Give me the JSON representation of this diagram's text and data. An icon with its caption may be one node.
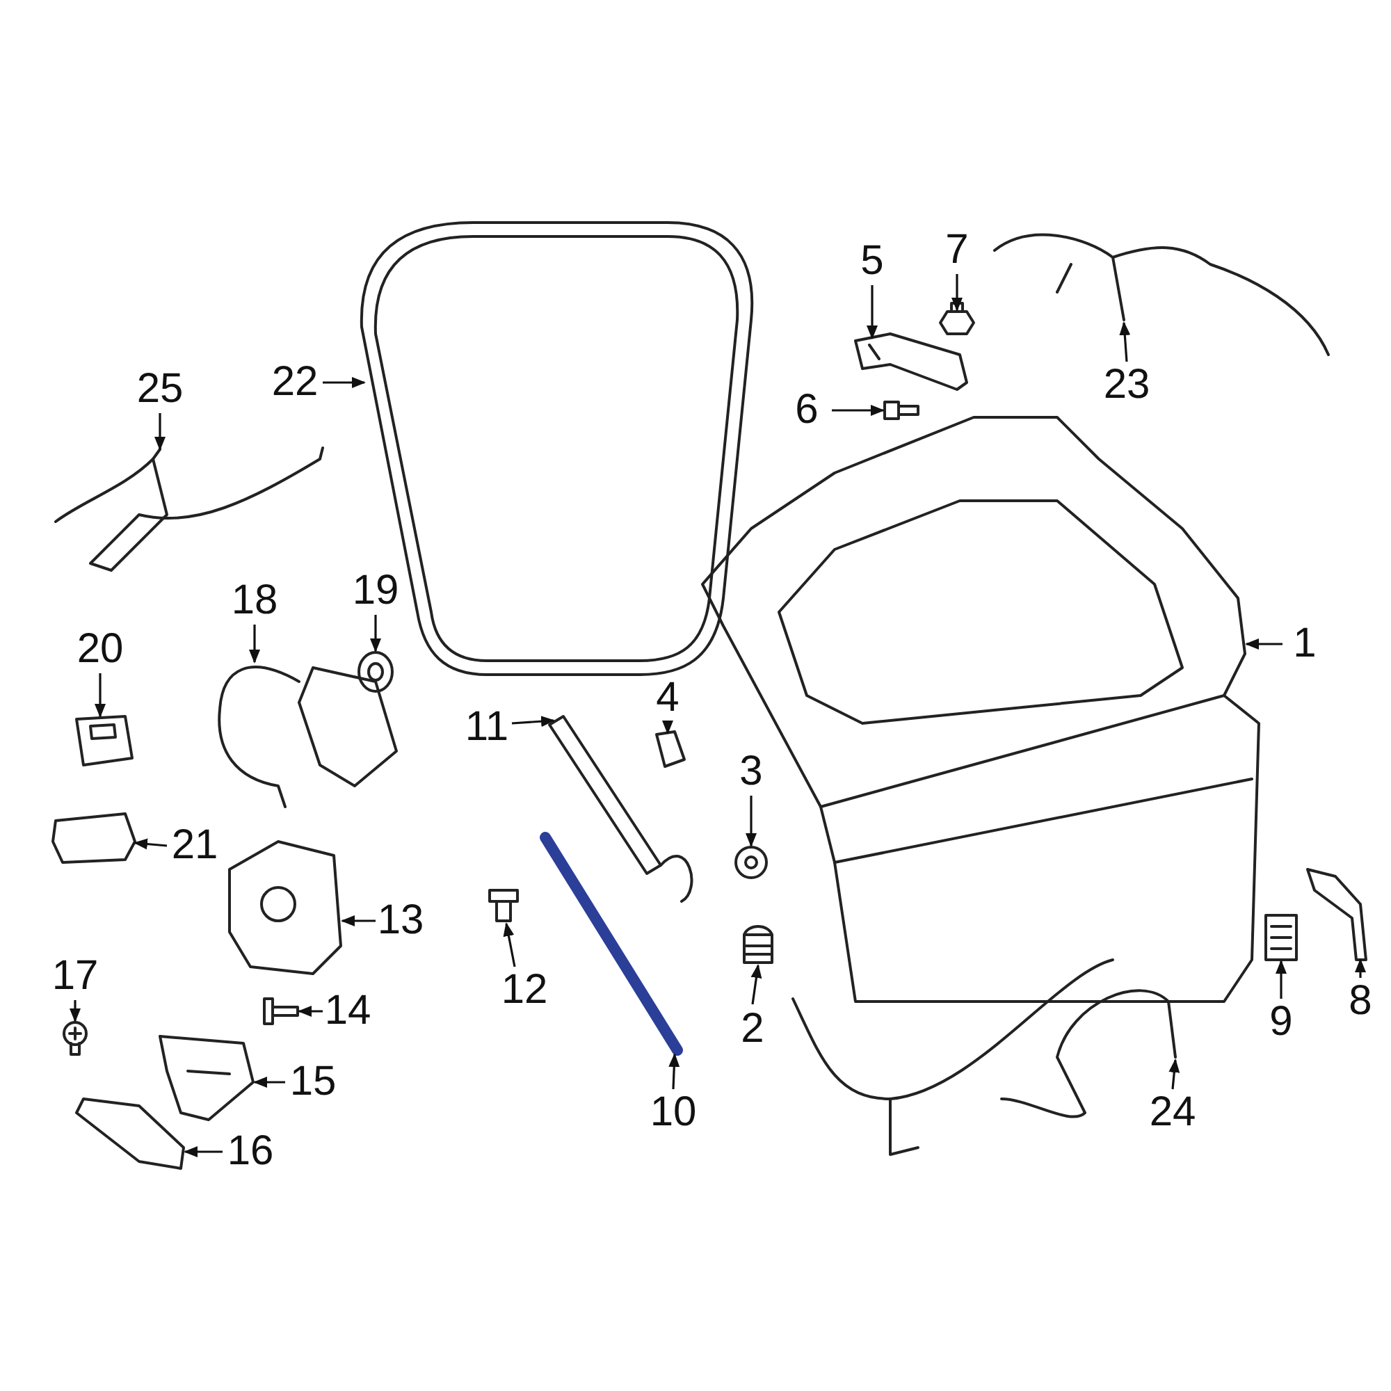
{
  "diagram": {
    "nodes": [
      {
        "text": [
          "1"
        ]
      },
      {
        "text": [
          "2"
        ]
      },
      {
        "text": [
          "3"
        ]
      },
      {
        "text": [
          "4"
        ]
      },
      {
        "text": [
          "5"
        ]
      },
      {
        "text": [
          "6"
        ]
      },
      {
        "text": [
          "7"
        ]
      },
      {
        "text": [
          "8"
        ]
      },
      {
        "text": [
          "9"
        ]
      },
      {
        "text": [
          "10"
        ]
      },
      {
        "text": [
          "11"
        ]
      },
      {
        "text": [
          "12"
        ]
      },
      {
        "text": [
          "13"
        ]
      },
      {
        "text": [
          "14"
        ]
      },
      {
        "text": [
          "15"
        ]
      },
      {
        "text": [
          "16"
        ]
      },
      {
        "text": [
          "17"
        ]
      },
      {
        "text": [
          "18"
        ]
      },
      {
        "text": [
          "19"
        ]
      },
      {
        "text": [
          "20"
        ]
      },
      {
        "text": [
          "21"
        ]
      },
      {
        "text": [
          "22"
        ]
      },
      {
        "text": [
          "23"
        ]
      },
      {
        "text": [
          "24"
        ]
      },
      {
        "text": [
          "25"
        ]
      },
      {
        "text": [],
        "shape": "picture"
      },
      {
        "text": [],
        "shape": "picture"
      },
      {
        "text": [],
        "shape": "picture"
      },
      {
        "text": [],
        "shape": "picture"
      },
      {
        "text": [],
        "shape": "picture"
      },
      {
        "text": [],
        "shape": "picture"
      },
      {
        "text": [],
        "shape": "picture"
      },
      {
        "text": [],
        "shape": "picture"
      },
      {
        "text": [],
        "shape": "picture"
      },
      {
        "text": [],
        "shape": "picture"
      },
      {
        "text": [],
        "shape": "picture"
      },
      {
        "text": [],
        "shape": "picture"
      },
      {
        "text": [],
        "shape": "picture"
      },
      {
        "text": [],
        "shape": "picture"
      },
      {
        "text": [],
        "shape": "picture"
      },
      {
        "text": [],
        "shape": "picture"
      },
      {
        "text": [],
        "shape": "picture"
      },
      {
        "text": [],
        "shape": "picture"
      },
      {
        "text": [],
        "shape": "picture"
      },
      {
        "text": [],
        "shape": "picture"
      },
      {
        "text": [],
        "shape": "picture"
      },
      {
        "text": [],
        "shape": "picture"
      },
      {
        "text": [],
        "shape": "picture"
      },
      {
        "text": [],
        "shape": "picture"
      },
      {
        "text": [],
        "shape": "picture"
      }
    ],
    "edges": [
      {
        "from": 0,
        "to": 25,
        "arrow": "to"
      },
      {
        "from": 1,
        "to": 26,
        "arrow": "to"
      },
      {
        "from": 2,
        "to": 27,
        "arrow": "to"
      },
      {
        "from": 3,
        "to": 28,
        "arrow": "to"
      },
      {
        "from": 4,
        "to": 29,
        "arrow": "to"
      },
      {
        "from": 5,
        "to": 30,
        "arrow": "to"
      },
      {
        "from": 6,
        "to": 31,
        "arrow": "to"
      },
      {
        "from": 7,
        "to": 32,
        "arrow": "to"
      },
      {
        "from": 8,
        "to": 33,
        "arrow": "to"
      },
      {
        "from": 9,
        "to": 34,
        "arrow": "to"
      },
      {
        "from": 10,
        "to": 35,
        "arrow": "to"
      },
      {
        "from": 11,
        "to": 36,
        "arrow": "to"
      },
      {
        "from": 12,
        "to": 37,
        "arrow": "to"
      },
      {
        "from": 13,
        "to": 38,
        "arrow": "to"
      },
      {
        "from": 14,
        "to": 39,
        "arrow": "to"
      },
      {
        "from": 15,
        "to": 40,
        "arrow": "to"
      },
      {
        "from": 16,
        "to": 41,
        "arrow": "to"
      },
      {
        "from": 17,
        "to": 42,
        "arrow": "to"
      },
      {
        "from": 18,
        "to": 43,
        "arrow": "to"
      },
      {
        "from": 19,
        "to": 44,
        "arrow": "to"
      },
      {
        "from": 20,
        "to": 45,
        "arrow": "to"
      },
      {
        "from": 21,
        "to": 46,
        "arrow": "to"
      },
      {
        "from": 22,
        "to": 47,
        "arrow": "to"
      },
      {
        "from": 23,
        "to": 48,
        "arrow": "to"
      },
      {
        "from": 24,
        "to": 49,
        "arrow": "to"
      }
    ]
  }
}
